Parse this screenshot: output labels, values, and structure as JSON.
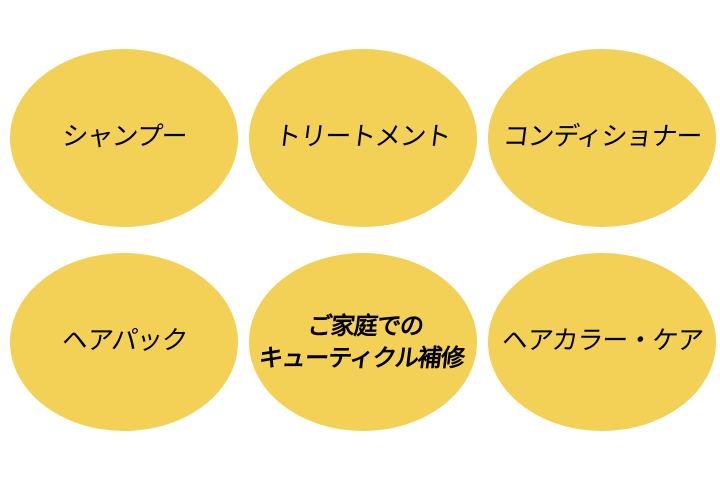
{
  "colors": {
    "background": "#ffffff",
    "bubble_fill": "#f3d056",
    "text": "#000000"
  },
  "bubbles": [
    {
      "id": "shampoo",
      "label": "シャンプー"
    },
    {
      "id": "treatment",
      "label": "トリートメント"
    },
    {
      "id": "conditioner",
      "label": "コンディショナー"
    },
    {
      "id": "hair-pack",
      "label": "ヘアパック"
    },
    {
      "id": "home-cuticle-repair",
      "label_line1": "ご家庭での",
      "label_line2": "キューティクル補修"
    },
    {
      "id": "hair-color-care",
      "label": "ヘアカラー・ケア"
    }
  ]
}
